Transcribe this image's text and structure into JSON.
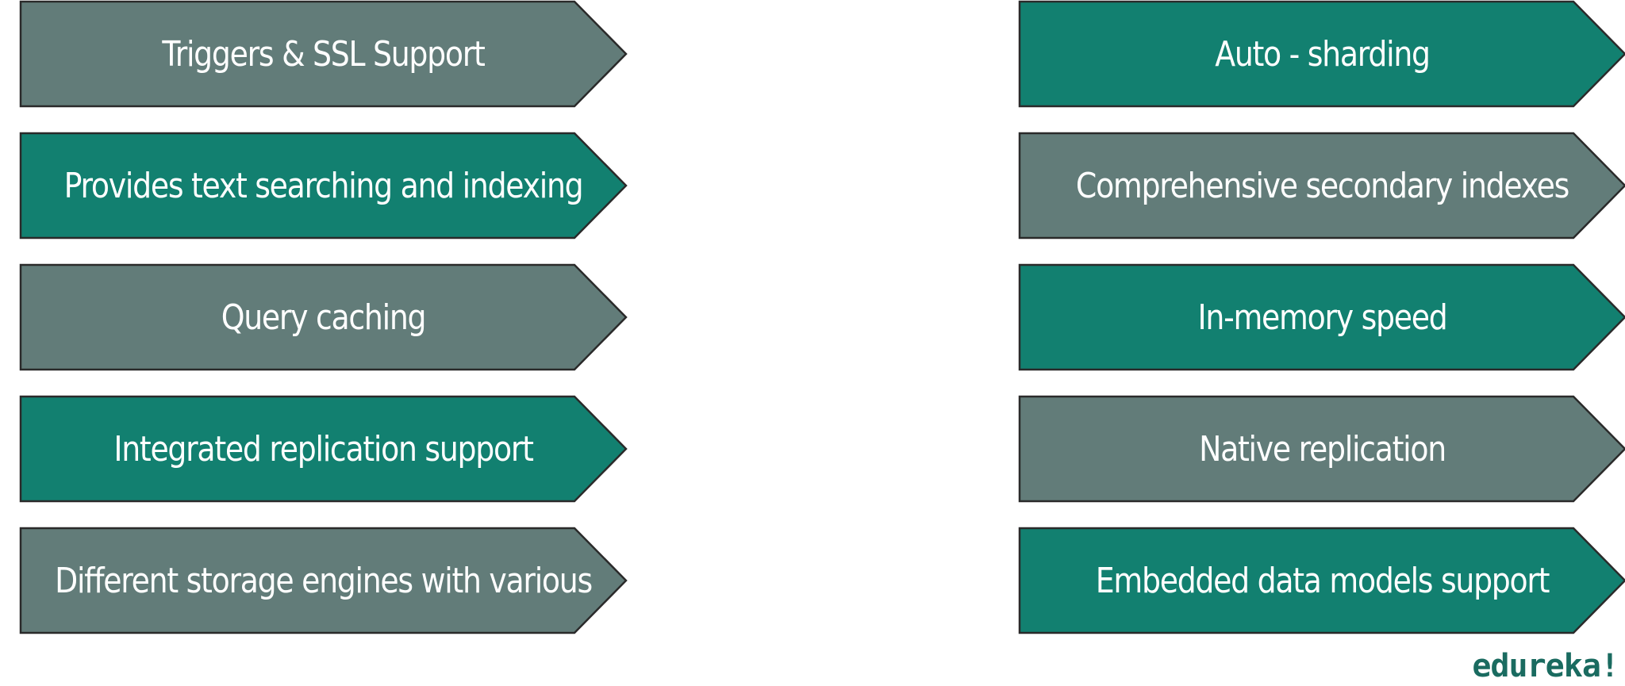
{
  "left_column": [
    {
      "label": "Triggers & SSL Support",
      "color": "gray"
    },
    {
      "label": "Provides text searching and indexing",
      "color": "teal"
    },
    {
      "label": "Query caching",
      "color": "gray"
    },
    {
      "label": "Integrated replication support",
      "color": "teal"
    },
    {
      "label": "Different storage engines with various",
      "color": "gray"
    }
  ],
  "right_column": [
    {
      "label": "Auto - sharding",
      "color": "teal"
    },
    {
      "label": "Comprehensive secondary indexes",
      "color": "gray"
    },
    {
      "label": "In-memory speed",
      "color": "teal"
    },
    {
      "label": "Native replication",
      "color": "gray"
    },
    {
      "label": "Embedded data models support",
      "color": "teal"
    }
  ],
  "colors": {
    "gray": "#627c79",
    "teal": "#128070"
  },
  "watermark": "edureka!"
}
